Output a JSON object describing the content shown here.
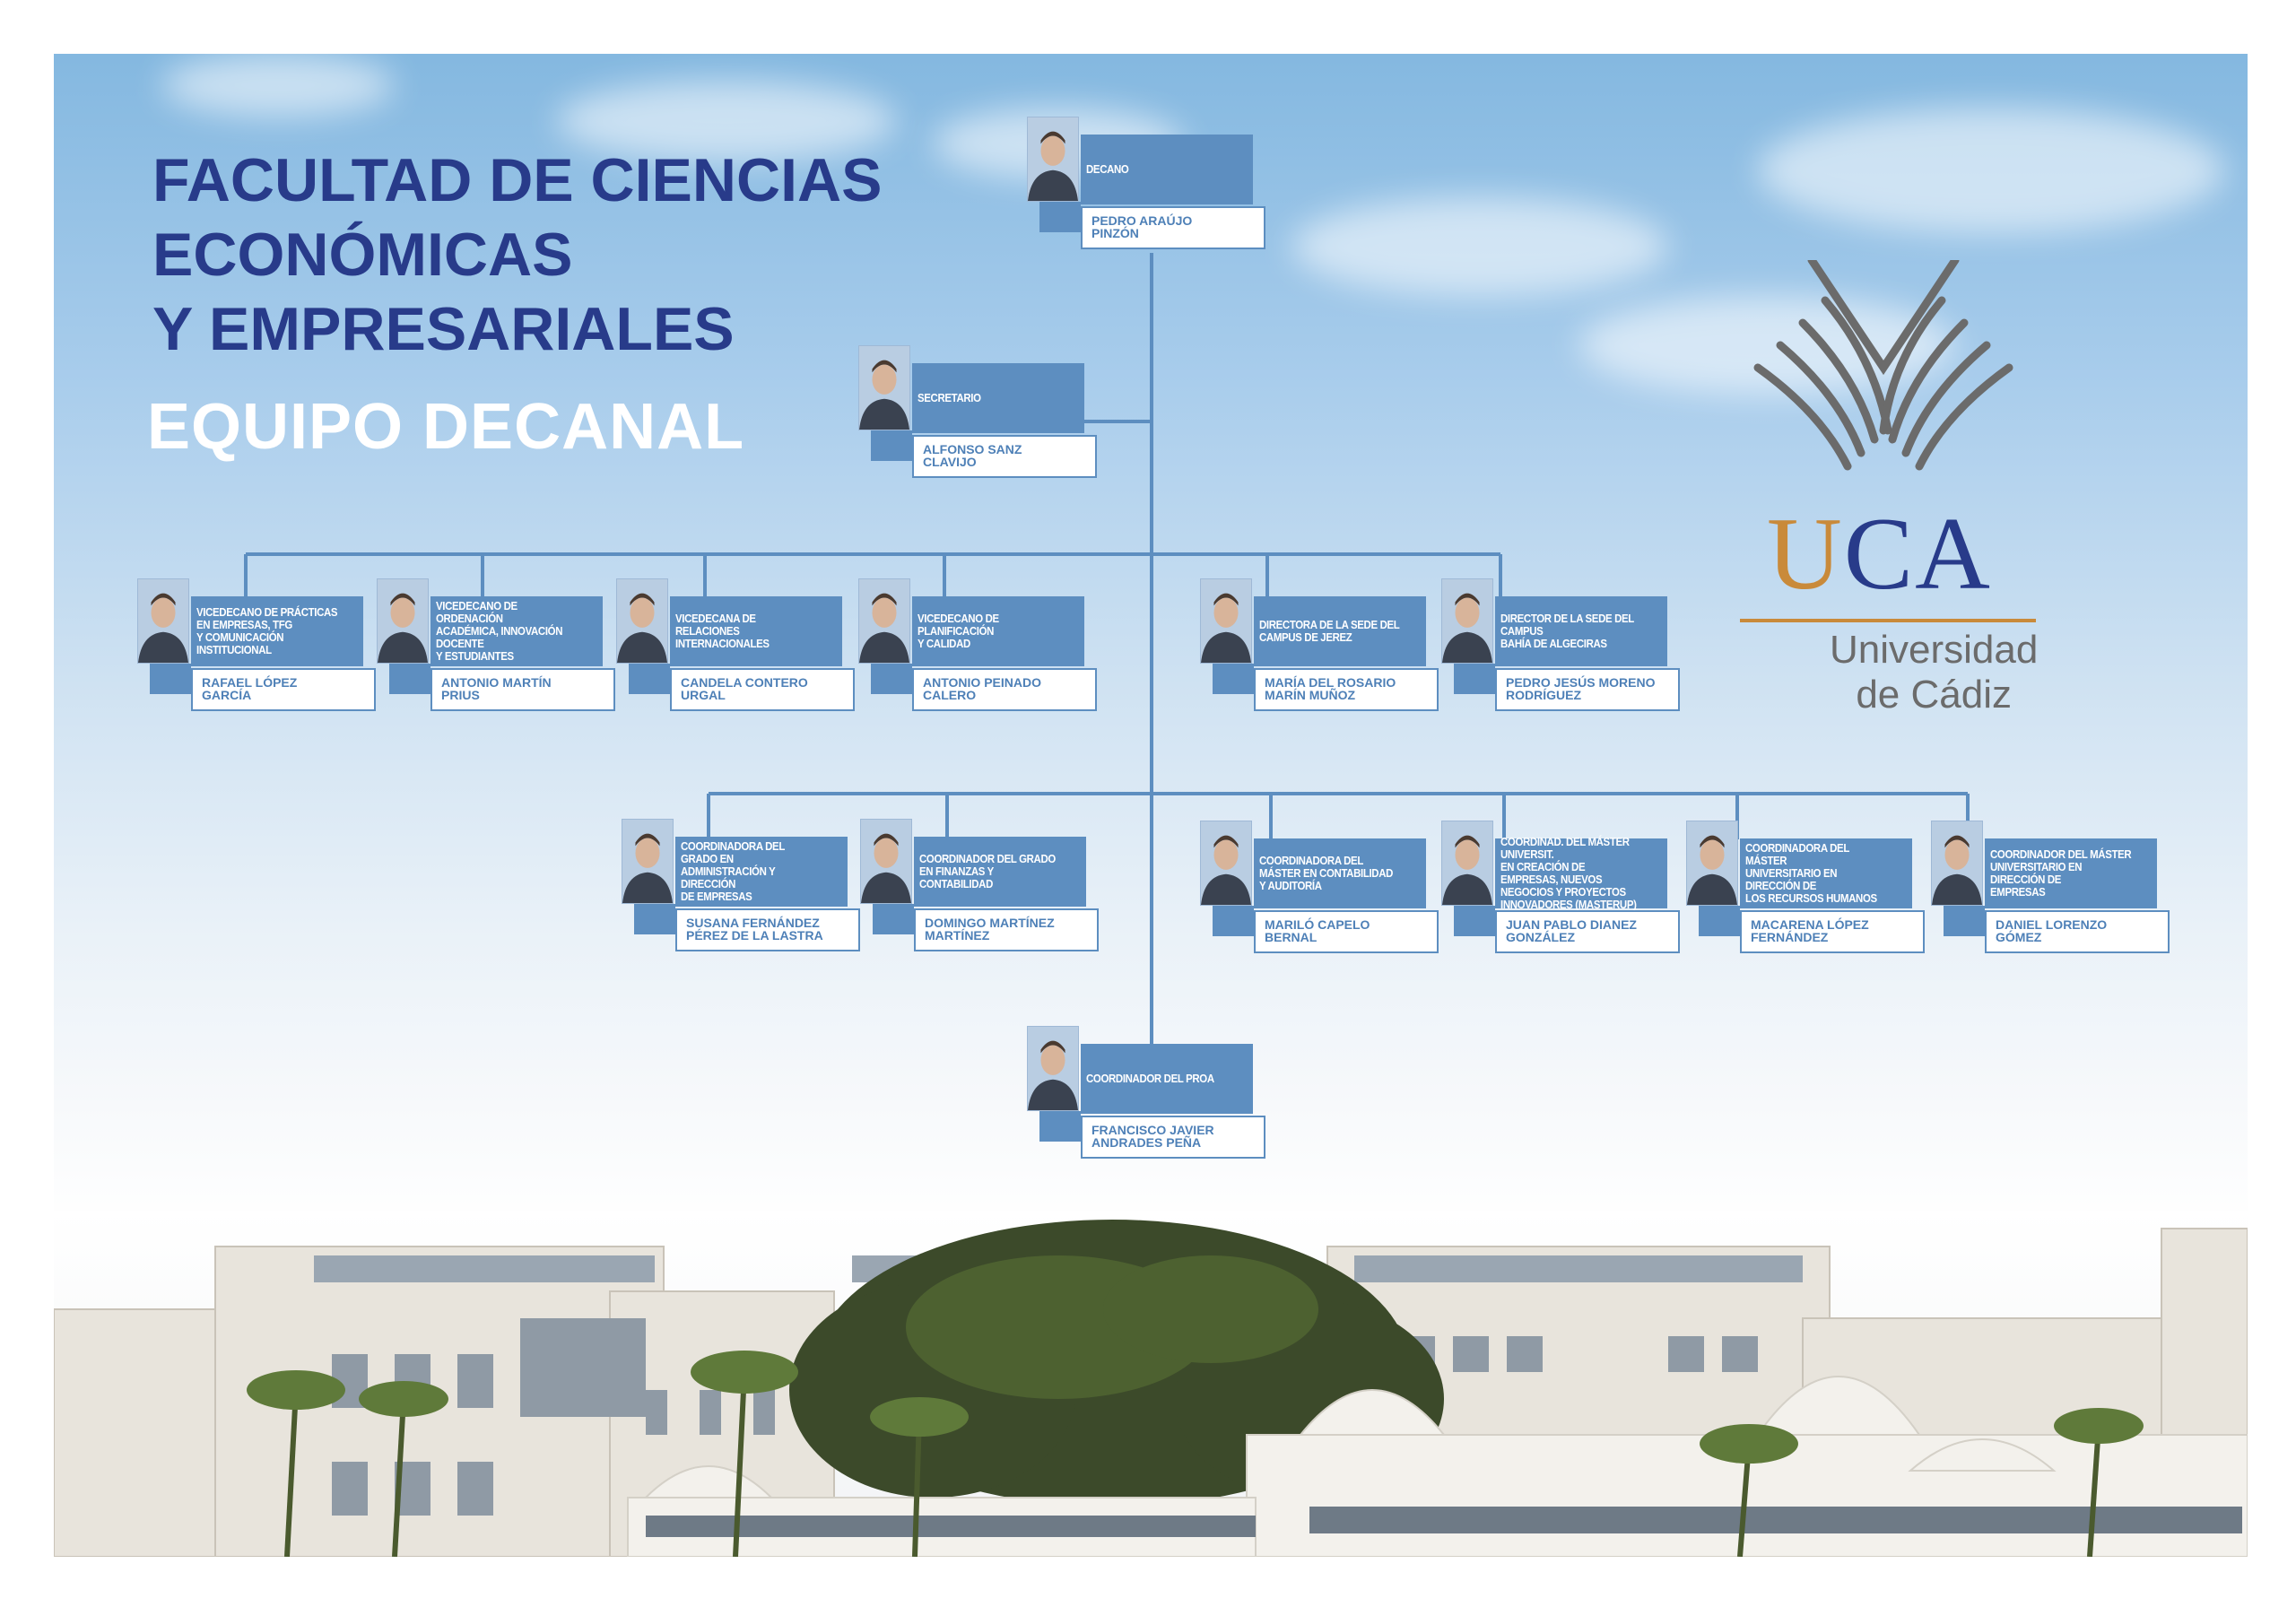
{
  "title": {
    "lines": [
      "FACULTAD DE CIENCIAS",
      "ECONÓMICAS",
      "Y EMPRESARIALES"
    ],
    "subtitle": "EQUIPO DECANAL"
  },
  "logo": {
    "acronym_u": "U",
    "acronym_ca": "CA",
    "name_line1": "Universidad",
    "name_line2": "de Cádiz",
    "colors": {
      "gold": "#c98a3a",
      "navy": "#283b8a",
      "gray": "#6b6b6b"
    }
  },
  "colors": {
    "box": "#5d8ec0",
    "line": "#5d8ec0",
    "title": "#283b8a",
    "name_text": "#4e80b7"
  },
  "nodes": {
    "decano": {
      "role": "DECANO",
      "name": "PEDRO ARAÚJO\nPINZÓN"
    },
    "secretario": {
      "role": "SECRETARIO",
      "name": "ALFONSO SANZ\nCLAVIJO"
    },
    "vic1": {
      "role": "VICEDECANO  DE PRÁCTICAS\nEN EMPRESAS, TFG\nY COMUNICACIÓN INSTITUCIONAL",
      "name": "RAFAEL LÓPEZ\nGARCÍA"
    },
    "vic2": {
      "role": "VICEDECANO  DE ORDENACIÓN\nACADÉMICA, INNOVACIÓN DOCENTE\nY ESTUDIANTES",
      "name": "ANTONIO MARTÍN\nPRIUS"
    },
    "vic3": {
      "role": "VICEDECANA DE RELACIONES\nINTERNACIONALES",
      "name": "CANDELA CONTERO\nURGAL"
    },
    "vic4": {
      "role": "VICEDECANO DE PLANIFICACIÓN\nY CALIDAD",
      "name": "ANTONIO PEINADO\nCALERO"
    },
    "jerez": {
      "role": "DIRECTORA DE LA SEDE DEL\nCAMPUS DE JEREZ",
      "name": "MARÍA DEL ROSARIO\nMARÍN MUÑOZ"
    },
    "algeciras": {
      "role": "DIRECTOR DE LA SEDE DEL CAMPUS\nBAHÍA DE ALGECIRAS",
      "name": "PEDRO JESÚS MORENO\nRODRÍGUEZ"
    },
    "coord1": {
      "role": "COORDINADORA DEL GRADO EN\nADMINISTRACIÓN Y DIRECCIÓN\nDE EMPRESAS",
      "name": "SUSANA FERNÁNDEZ\nPÉREZ DE LA LASTRA"
    },
    "coord2": {
      "role": "COORDINADOR DEL GRADO\nEN FINANZAS Y CONTABILIDAD",
      "name": "DOMINGO MARTÍNEZ\nMARTÍNEZ"
    },
    "coord3": {
      "role": "COORDINADORA DEL\nMÁSTER EN CONTABILIDAD\nY AUDITORÍA",
      "name": "MARILÓ CAPELO\nBERNAL"
    },
    "coord4": {
      "role": "COORDINAD. DEL MÁSTER UNIVERSIT.\nEN CREACIÓN DE EMPRESAS, NUEVOS\nNEGOCIOS Y PROYECTOS\nINNOVADORES (MASTERUP)",
      "name": "JUAN PABLO DIANEZ\nGONZÁLEZ"
    },
    "coord5": {
      "role": "COORDINADORA DEL MÁSTER\nUNIVERSITARIO EN DIRECCIÓN DE\nLOS RECURSOS HUMANOS",
      "name": "MACARENA LÓPEZ\nFERNÁNDEZ"
    },
    "coord6": {
      "role": "COORDINADOR DEL MÁSTER\nUNIVERSITARIO EN DIRECCIÓN DE\nEMPRESAS",
      "name": "DANIEL LORENZO\nGÓMEZ"
    },
    "proa": {
      "role": "COORDINADOR DEL PROA",
      "name": "FRANCISCO JAVIER\nANDRADES PEÑA"
    }
  }
}
